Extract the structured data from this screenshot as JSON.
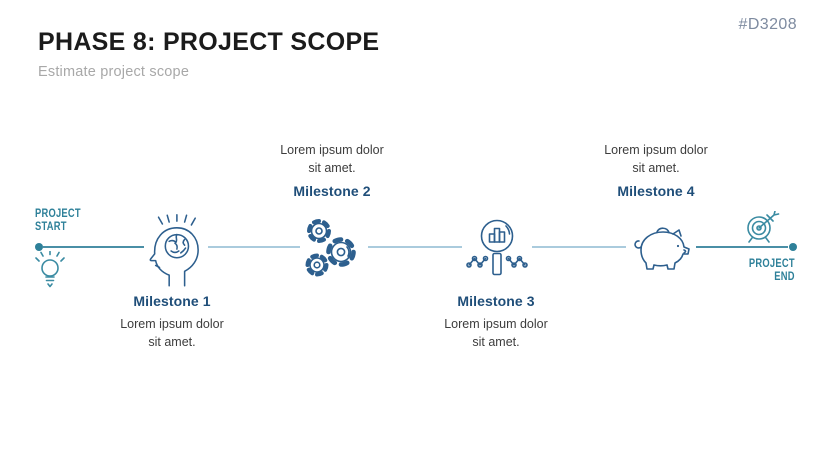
{
  "slide": {
    "title": "PHASE 8: PROJECT SCOPE",
    "subtitle": "Estimate project scope",
    "code": "#D3208"
  },
  "timeline": {
    "start_label": "PROJECT\nSTART",
    "end_label": "PROJECT\nEND",
    "start_icon": "lightbulb-icon",
    "end_icon": "target-arrow-icon",
    "milestones": [
      {
        "label": "Milestone 1",
        "description": "Lorem ipsum dolor\nsit amet.",
        "icon": "head-with-brain-icon",
        "text_position": "below"
      },
      {
        "label": "Milestone 2",
        "description": "Lorem ipsum dolor\nsit amet.",
        "icon": "gears-icon",
        "text_position": "above"
      },
      {
        "label": "Milestone 3",
        "description": "Lorem ipsum dolor\nsit amet.",
        "icon": "magnifier-chart-icon",
        "text_position": "below"
      },
      {
        "label": "Milestone 4",
        "description": "Lorem ipsum dolor\nsit amet.",
        "icon": "piggy-bank-icon",
        "text_position": "above"
      }
    ],
    "colors": {
      "accent_teal": "#2e8099",
      "line_light_blue": "#aacbdd",
      "milestone_navy": "#1f4e79",
      "icon_navy": "#2d5f8e"
    }
  }
}
